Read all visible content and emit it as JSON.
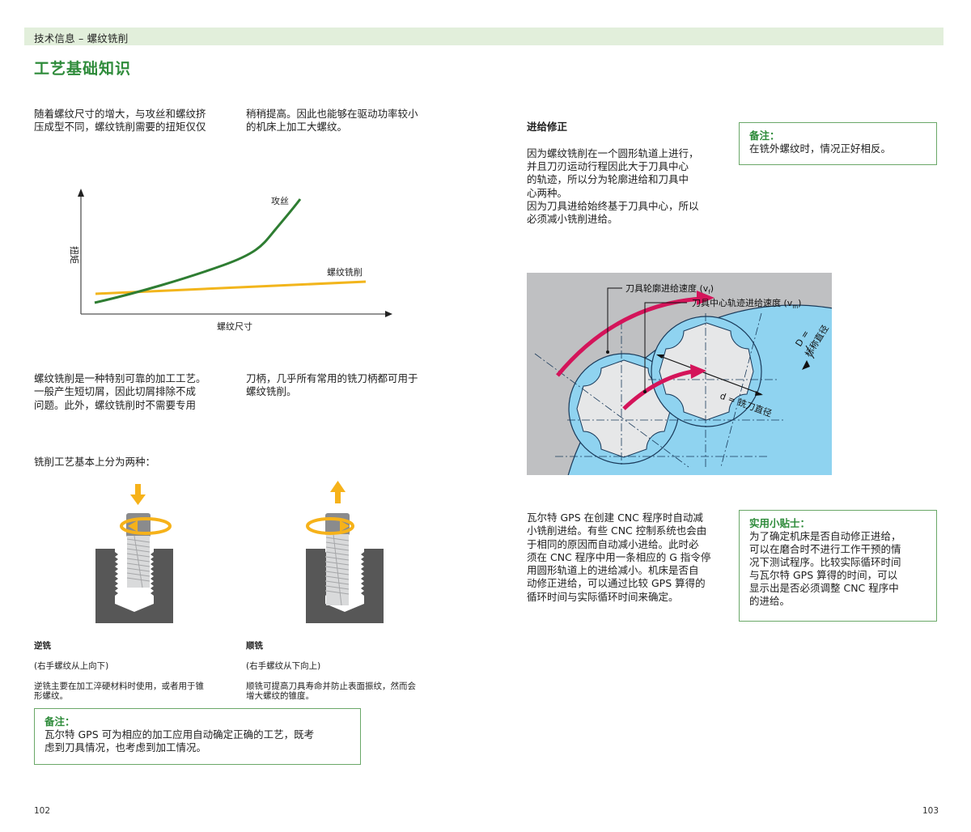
{
  "header": {
    "section": "技术信息 – 螺纹铣削"
  },
  "page_title": "工艺基础知识",
  "left_page": {
    "intro": {
      "col1": "随着螺纹尺寸的增大，与攻丝和螺纹挤\n压成型不同，螺纹铣削需要的扭矩仅仅",
      "col2": "稍稍提高。因此也能够在驱动功率较小\n的机床上加工大螺纹。"
    },
    "reliability": {
      "col1": "螺纹铣削是一种特别可靠的加工工艺。\n一般产生短切屑，因此切屑排除不成\n问题。此外，螺纹铣削时不需要专用",
      "col2": "刀柄，几乎所有常用的铣刀柄都可用于\n螺纹铣削。"
    },
    "two_types_intro": "铣削工艺基本上分为两种：",
    "methods": [
      {
        "title": "逆铣",
        "subtitle": "(右手螺纹从上向下)",
        "desc": "逆铣主要在加工淬硬材料时使用，或者用于锥\n形螺纹。",
        "arrow_direction": "down"
      },
      {
        "title": "顺铣",
        "subtitle": "(右手螺纹从下向上)",
        "desc": "顺铣可提高刀具寿命并防止表面振纹，然而会\n增大螺纹的锥度。",
        "arrow_direction": "up"
      }
    ],
    "note": {
      "title": "备注：",
      "body": "瓦尔特 GPS 可为相应的加工应用自动确定正确的工艺，既考\n虑到刀具情况，也考虑到加工情况。"
    },
    "page_number": "102"
  },
  "right_page": {
    "feed_correction": {
      "title": "进给修正",
      "body": "因为螺纹铣削在一个圆形轨道上进行，\n并且刀刃运动行程因此大于刀具中心\n的轨迹，所以分为轮廓进给和刀具中\n心两种。\n因为刀具进给始终基于刀具中心，所以\n必须减小铣削进给。"
    },
    "note": {
      "title": "备注：",
      "body": "在铣外螺纹时，情况正好相反。"
    },
    "diagram": {
      "label_contour_feed": "刀具轮廓进给速度 (v",
      "label_contour_sub": "f",
      "label_center_feed": "刀具中心轨迹进给速度 (v",
      "label_center_sub": "m",
      "label_nominal_diameter_1": "D =",
      "label_nominal_diameter_2": "标称直径",
      "label_cutter_diameter": "d = 铣刀直径",
      "colors": {
        "background": "#bfc0c2",
        "workpiece": "#8fd3f0",
        "cutter": "#e6e7e8",
        "arrow": "#d4145a"
      }
    },
    "gps_text": "瓦尔特 GPS 在创建 CNC 程序时自动减\n小铣削进给。有些 CNC 控制系统也会由\n于相同的原因而自动减小进给。此时必\n须在 CNC 程序中用一条相应的 G 指令停\n用圆形轨道上的进给减小。机床是否自\n动修正进给，可以通过比较 GPS 算得的\n循环时间与实际循环时间来确定。",
    "tip": {
      "title": "实用小贴士：",
      "body": "为了确定机床是否自动修正进给，\n可以在磨合时不进行工作干预的情\n况下测试程序。比较实际循环时间\n与瓦尔特 GPS 算得的时间，可以\n显示出是否必须调整 CNC 程序中\n的进给。"
    },
    "page_number": "103"
  },
  "chart_data": {
    "type": "line",
    "title": "",
    "xlabel": "螺纹尺寸",
    "ylabel": "扭矩",
    "grid": false,
    "legend_position": "inline labels at series ends",
    "x": [
      0,
      1,
      2,
      3,
      4,
      5,
      6,
      7,
      8,
      9,
      10
    ],
    "series": [
      {
        "name": "攻丝",
        "color": "#2e7d32",
        "values": [
          5,
          11,
          18,
          25,
          33,
          42,
          52,
          64,
          82,
          108,
          128
        ]
      },
      {
        "name": "螺纹铣削",
        "color": "#f2b51c",
        "values": [
          13,
          14,
          15,
          16,
          17,
          18,
          19,
          20,
          21,
          22,
          23
        ]
      }
    ],
    "axis_labels_note": "qualitative axes, no tick values",
    "ylim": [
      0,
      140
    ]
  }
}
